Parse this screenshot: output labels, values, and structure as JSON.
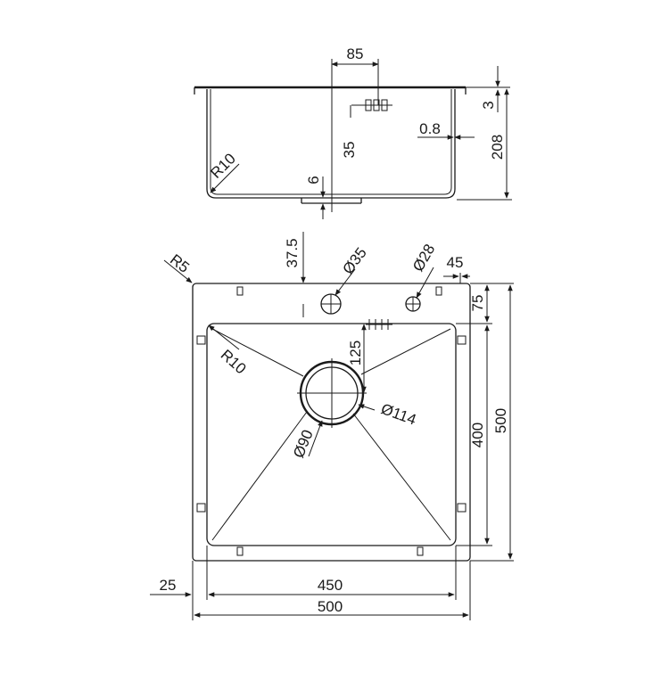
{
  "drawing": {
    "side_view": {
      "label_85": "85",
      "label_3": "3",
      "label_35": "35",
      "label_0_8": "0.8",
      "label_208": "208",
      "label_r10": "R10",
      "label_6": "6"
    },
    "top_view": {
      "label_37_5": "37.5",
      "label_r5": "R5",
      "label_d35": "Ø35",
      "label_d28": "Ø28",
      "label_45": "45",
      "label_75": "75",
      "label_125": "125",
      "label_r10": "R10",
      "label_d114": "Ø114",
      "label_d90": "Ø90",
      "label_400": "400",
      "label_500_right": "500",
      "label_25": "25",
      "label_450": "450",
      "label_500_bottom": "500"
    }
  }
}
